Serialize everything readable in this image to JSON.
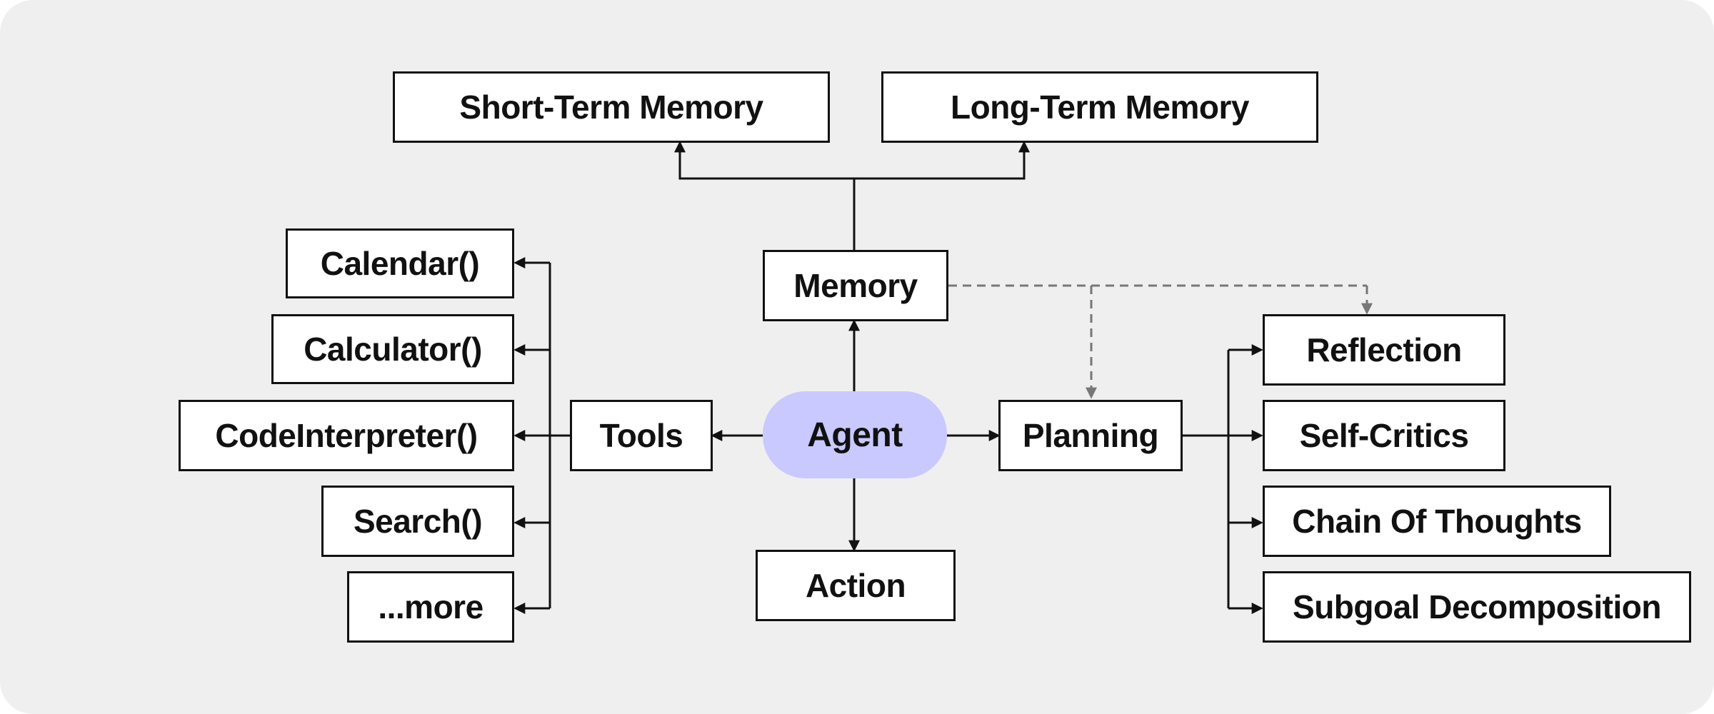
{
  "colors": {
    "background": "#efefef",
    "node_fill": "#ffffff",
    "border": "#111111",
    "agent_fill": "#c9c9ff",
    "dashed_line": "#777777"
  },
  "nodes": {
    "short_term_memory": "Short-Term Memory",
    "long_term_memory": "Long-Term Memory",
    "memory": "Memory",
    "agent": "Agent",
    "tools": "Tools",
    "planning": "Planning",
    "action": "Action",
    "tools_list": [
      "Calendar()",
      "Calculator()",
      "CodeInterpreter()",
      "Search()",
      "...more"
    ],
    "planning_list": [
      "Reflection",
      "Self-Critics",
      "Chain Of Thoughts",
      "Subgoal Decomposition"
    ]
  },
  "edges": [
    {
      "from": "Agent",
      "to": "Memory",
      "style": "solid"
    },
    {
      "from": "Agent",
      "to": "Tools",
      "style": "solid"
    },
    {
      "from": "Agent",
      "to": "Planning",
      "style": "solid"
    },
    {
      "from": "Agent",
      "to": "Action",
      "style": "solid"
    },
    {
      "from": "Memory",
      "to": "Short-Term Memory",
      "style": "solid"
    },
    {
      "from": "Memory",
      "to": "Long-Term Memory",
      "style": "solid"
    },
    {
      "from": "Tools",
      "to": "Calendar()",
      "style": "solid"
    },
    {
      "from": "Tools",
      "to": "Calculator()",
      "style": "solid"
    },
    {
      "from": "Tools",
      "to": "CodeInterpreter()",
      "style": "solid"
    },
    {
      "from": "Tools",
      "to": "Search()",
      "style": "solid"
    },
    {
      "from": "Tools",
      "to": "...more",
      "style": "solid"
    },
    {
      "from": "Planning",
      "to": "Reflection",
      "style": "solid"
    },
    {
      "from": "Planning",
      "to": "Self-Critics",
      "style": "solid"
    },
    {
      "from": "Planning",
      "to": "Chain Of Thoughts",
      "style": "solid"
    },
    {
      "from": "Planning",
      "to": "Subgoal Decomposition",
      "style": "solid"
    },
    {
      "from": "Memory",
      "to": "Planning",
      "style": "dashed"
    },
    {
      "from": "Memory",
      "to": "Reflection",
      "style": "dashed"
    }
  ]
}
